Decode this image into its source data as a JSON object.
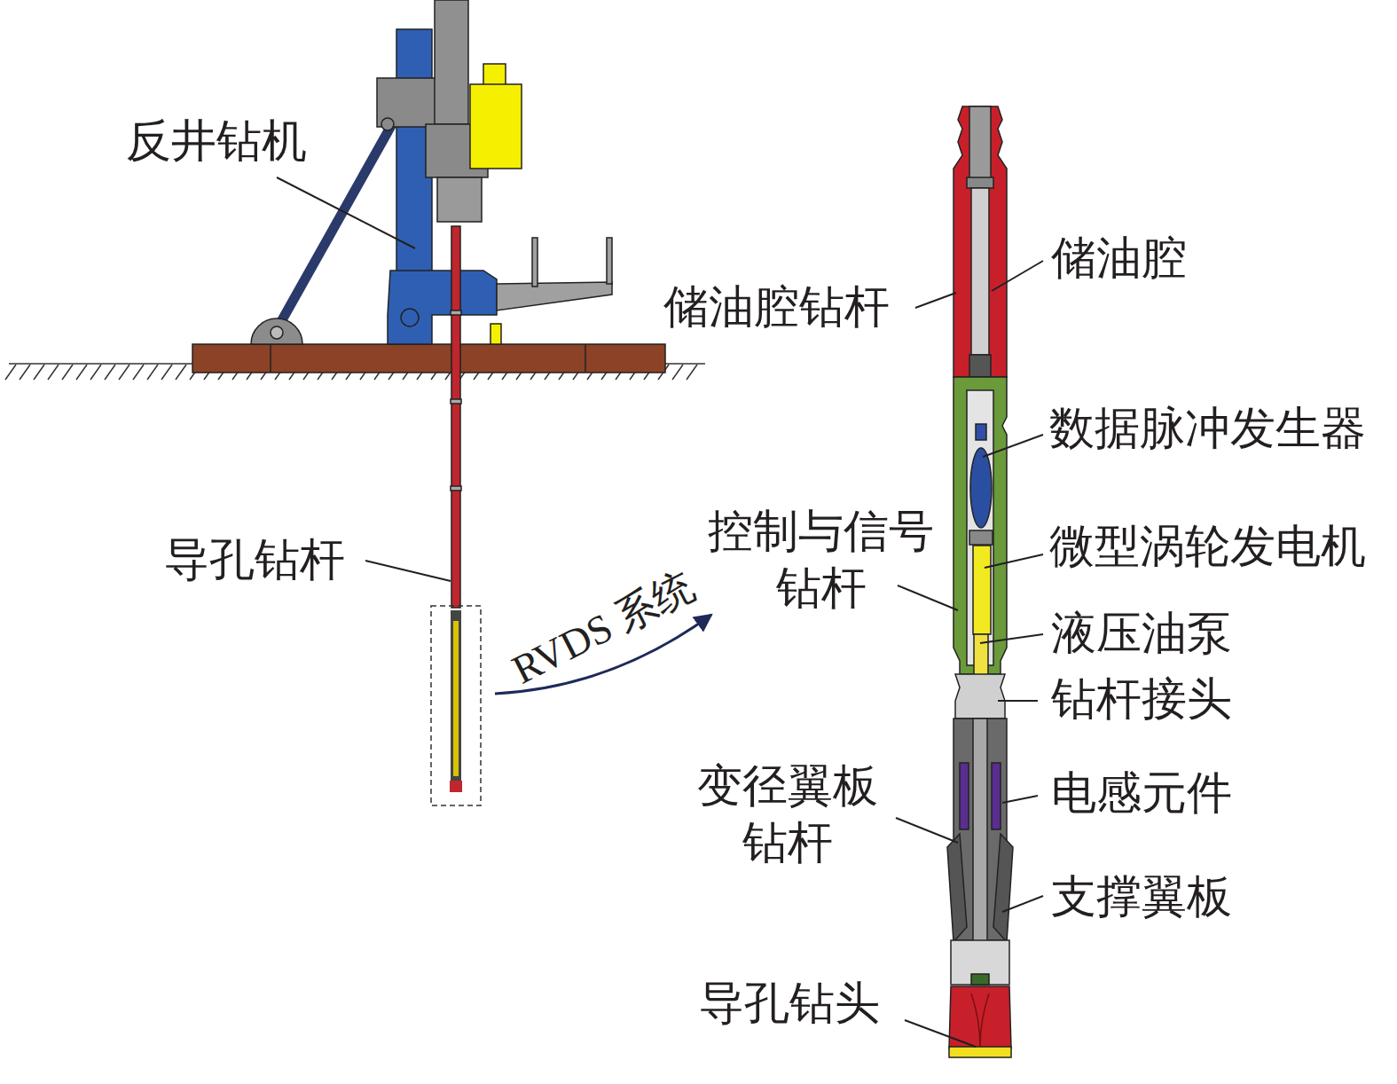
{
  "diagram": {
    "labels": [
      "反井钻机",
      "导孔钻杆",
      "RVDS 系统",
      "储油腔钻杆",
      "储油腔",
      "数据脉冲发生器",
      "控制与信号 钻杆",
      "微型涡轮发电机",
      "液压油泵",
      "钻杆接头",
      "电感元件",
      "变径翼板 钻杆",
      "支撑翼板",
      "导孔钻头"
    ]
  }
}
